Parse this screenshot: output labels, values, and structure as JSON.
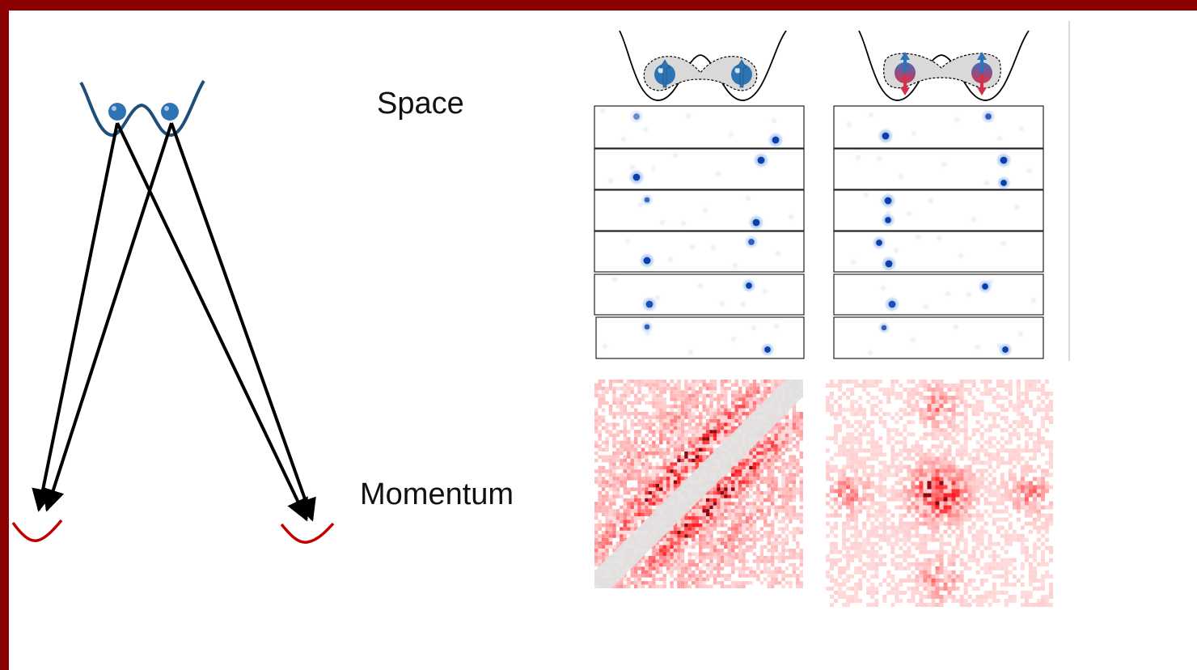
{
  "labels": {
    "space": "Space",
    "momentum": "Momentum"
  },
  "colors": {
    "frame": "#8b0000",
    "atom": "#2e74b5",
    "trap": "#1f4e79",
    "target_trap": "#c00000",
    "arrow": "#000000",
    "spin_down": "#d4304a",
    "density_spot": "#0a3fb0",
    "momentum_red": "#e8000b"
  },
  "icons": {
    "spin_up": "blue-up-arrow-icon",
    "spin_down": "red-down-arrow-icon"
  },
  "panels": [
    {
      "name": "same-spin",
      "spins": [
        "up",
        "up"
      ],
      "momentum_pattern": "diagonal-stripes"
    },
    {
      "name": "opposite-spin",
      "spins": [
        "up-down",
        "up-down"
      ],
      "momentum_pattern": "central-peak-with-side-lobes"
    }
  ]
}
